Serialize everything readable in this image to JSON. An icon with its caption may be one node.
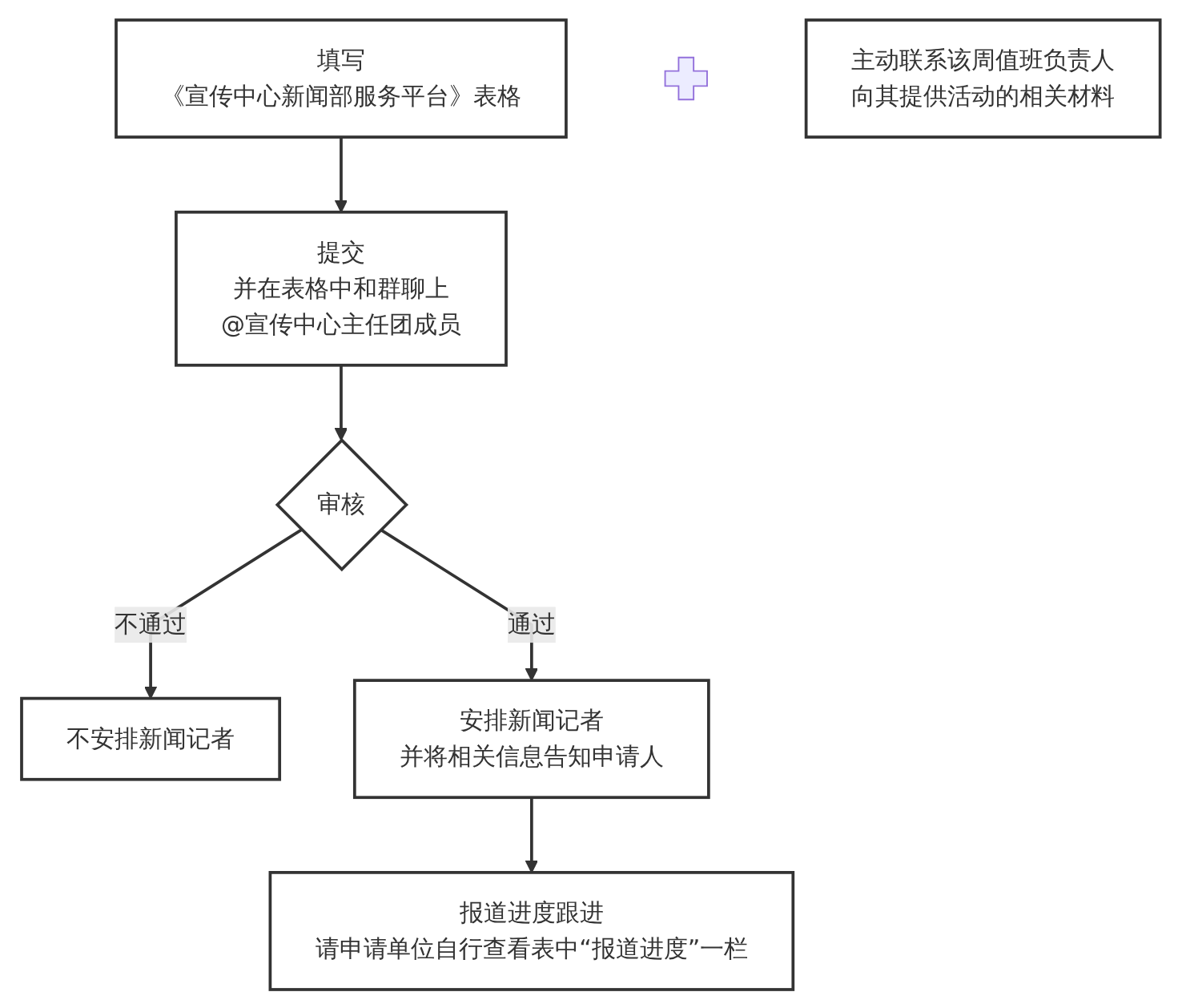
{
  "diagram": {
    "nodes": [
      {
        "text": [
          "填写",
          "《宣传中心新闻部服务平台》表格"
        ]
      },
      {
        "text": [
          "提交",
          "并在表格中和群聊上",
          "@宣传中心主任团成员"
        ]
      },
      {
        "text": [],
        "shape": "cross"
      },
      {
        "text": [
          "主动联系该周值班负责人",
          "向其提供活动的相关材料"
        ]
      },
      {
        "text": [
          "审核"
        ]
      },
      {
        "text": [
          "不安排新闻记者"
        ]
      },
      {
        "text": [
          "安排新闻记者",
          "并将相关信息告知申请人"
        ]
      },
      {
        "text": [
          "报道进度跟进",
          "请申请单位自行查看表中“报道进度”一栏"
        ]
      }
    ],
    "edges": [
      {
        "from": 0,
        "to": 1,
        "arrow": "to"
      },
      {
        "from": 1,
        "to": 4,
        "arrow": "to"
      },
      {
        "from": 4,
        "to": 5,
        "arrow": "to",
        "label": "不通过"
      },
      {
        "from": 4,
        "to": 6,
        "arrow": "to",
        "label": "通过"
      },
      {
        "from": 6,
        "to": 7,
        "arrow": "to"
      }
    ]
  }
}
